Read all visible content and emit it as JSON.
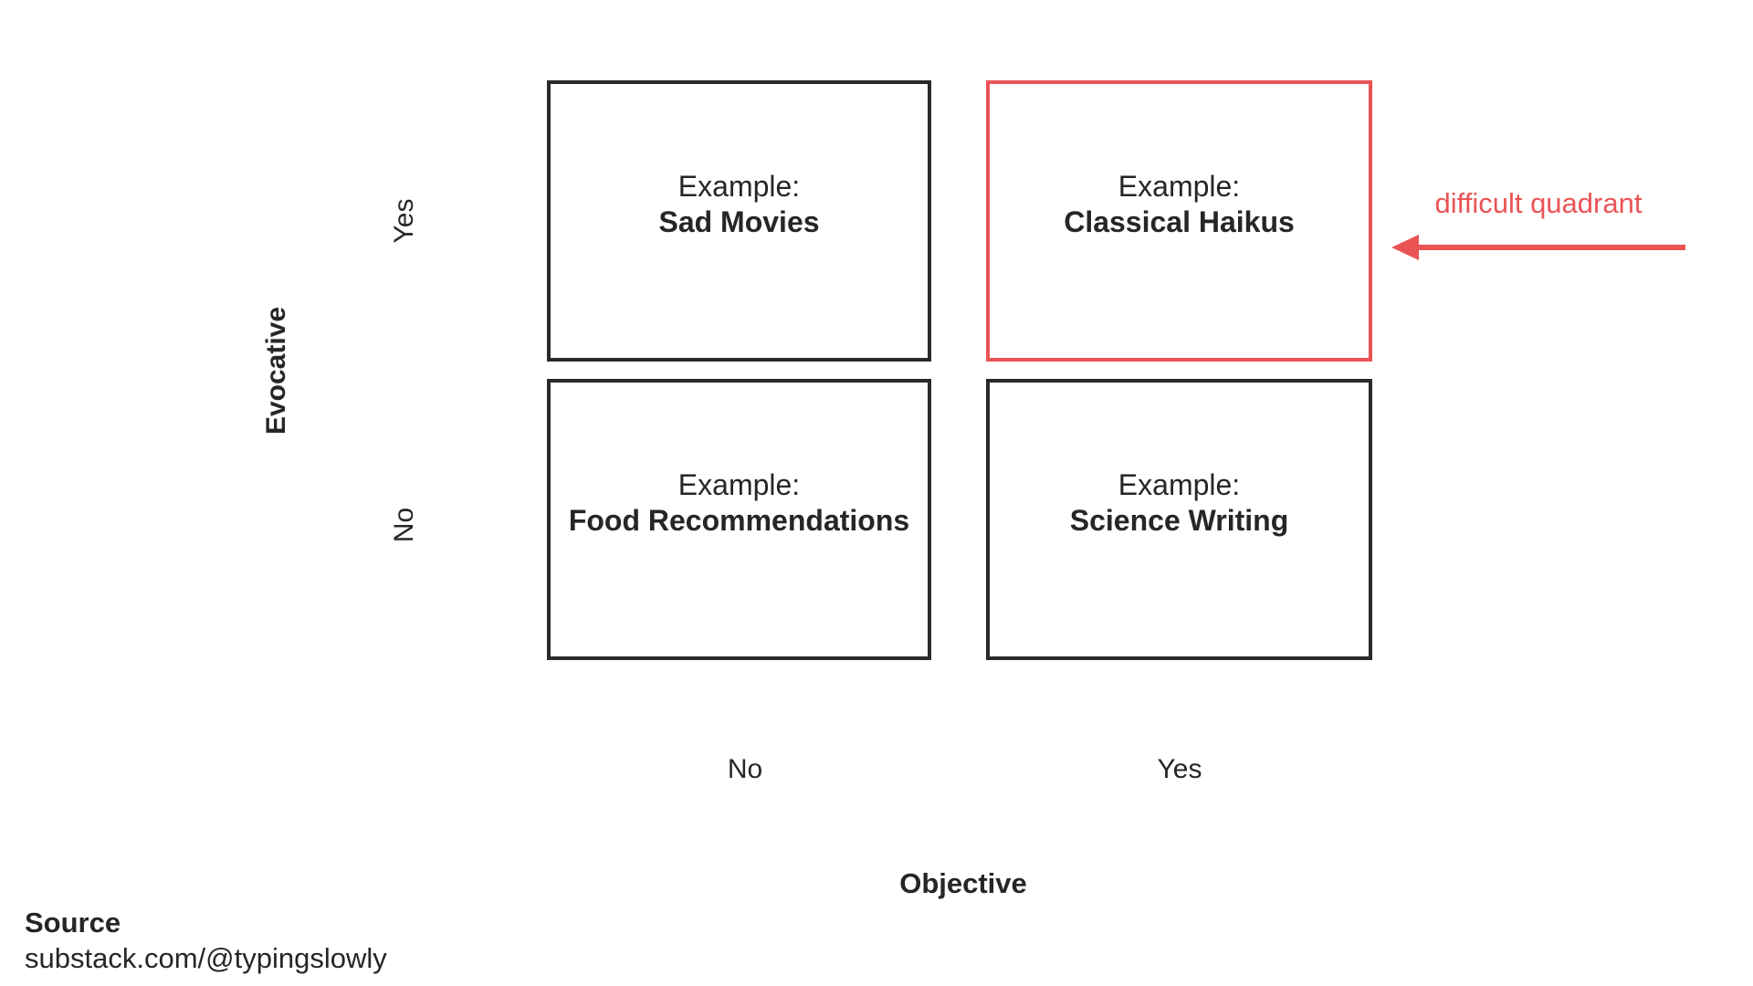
{
  "diagram": {
    "y_axis": {
      "title": "Evocative",
      "yes_label": "Yes",
      "no_label": "No"
    },
    "x_axis": {
      "title": "Objective",
      "no_label": "No",
      "yes_label": "Yes"
    },
    "quadrants": {
      "top_left": {
        "label": "Example:",
        "value": "Sad Movies"
      },
      "top_right": {
        "label": "Example:",
        "value": "Classical Haikus"
      },
      "bottom_left": {
        "label": "Example:",
        "value": "Food Recommendations"
      },
      "bottom_right": {
        "label": "Example:",
        "value": "Science Writing"
      }
    },
    "annotation": {
      "text": "difficult quadrant",
      "color": "#ea5455"
    }
  },
  "source": {
    "title": "Source",
    "url": "substack.com/@typingslowly"
  },
  "colors": {
    "border": "#2a2a2a",
    "highlight": "#ea5455",
    "text": "#262626"
  }
}
